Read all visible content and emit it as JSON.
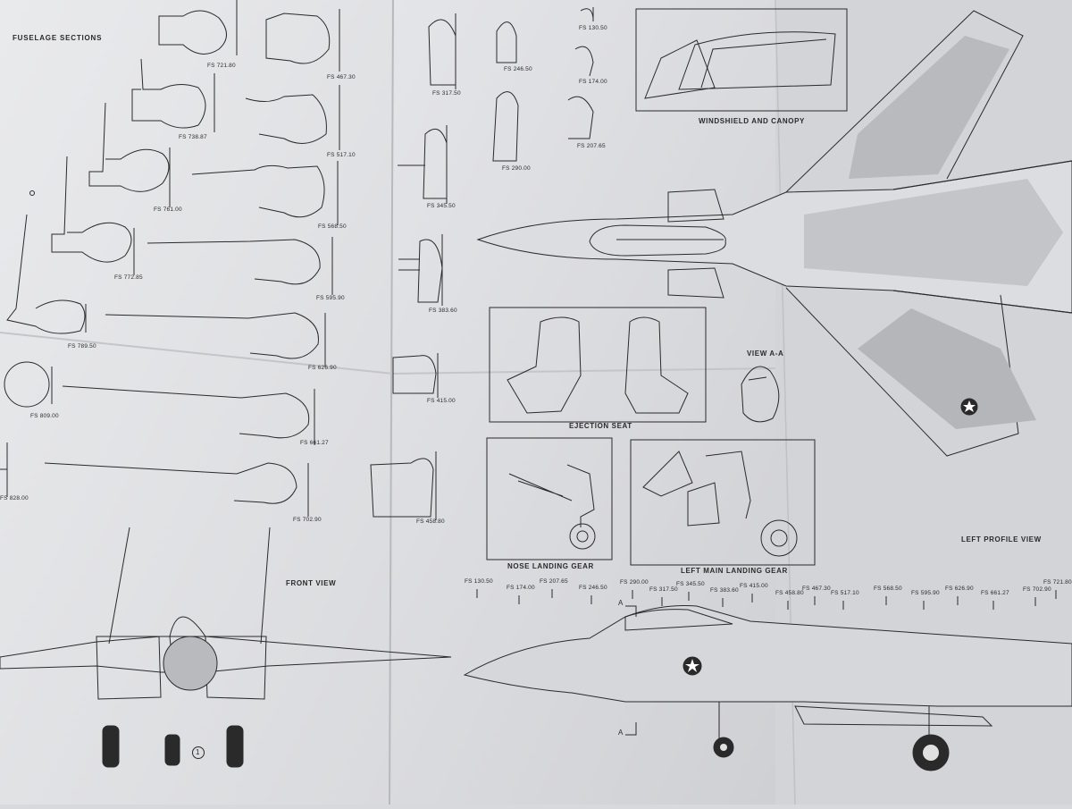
{
  "titles": {
    "fuselage_sections": "FUSELAGE SECTIONS",
    "windshield": "WINDSHIELD AND CANOPY",
    "ejection_seat": "EJECTION SEAT",
    "view_aa": "VIEW A-A",
    "nose_gear": "NOSE LANDING GEAR",
    "main_gear": "LEFT MAIN LANDING GEAR",
    "front_view": "FRONT VIEW",
    "left_profile": "LEFT PROFILE VIEW"
  },
  "section_labels": {
    "s1": "FS 721.80",
    "s2": "FS 738.87",
    "s3": "FS 761.00",
    "s4": "FS 772.85",
    "s5": "FS 789.50",
    "s6": "FS 809.00",
    "s7": "FS 828.00",
    "m1": "FS 467.30",
    "m2": "FS 517.10",
    "m3": "FS 568.50",
    "m4": "FS 595.90",
    "m5": "FS 626.90",
    "m6": "FS 661.27",
    "m7": "FS 702.90",
    "c1": "FS 317.50",
    "c2": "FS 345.50",
    "c3": "FS 383.60",
    "c4": "FS 415.00",
    "c5": "FS 458.80",
    "d1": "FS 246.50",
    "d2": "FS 290.00",
    "e1": "FS 130.50",
    "e2": "FS 174.00",
    "e3": "FS 207.65"
  },
  "stations": [
    "FS 130.50",
    "FS 174.00",
    "FS 207.65",
    "FS 246.50",
    "FS 290.00",
    "FS 317.50",
    "FS 345.50",
    "FS 383.60",
    "FS 415.00",
    "FS 458.80",
    "FS 467.30",
    "FS 517.10",
    "FS 568.50",
    "FS 595.90",
    "FS 626.90",
    "FS 661.27",
    "FS 702.90",
    "FS 721.80"
  ],
  "profile_marks": {
    "a_top": "A",
    "a_bottom": "A"
  },
  "callout": "1",
  "colors": {
    "paper": "#e6e7ea",
    "ink": "#2a2a2a",
    "camo_light": "#bcbcbe",
    "camo_dark": "#9c9c9f"
  }
}
